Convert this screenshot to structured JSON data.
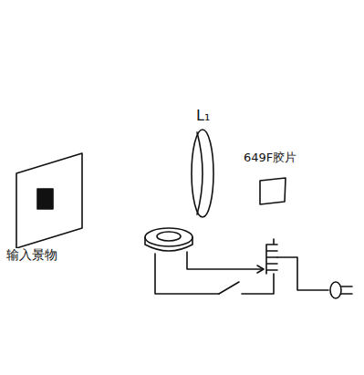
{
  "diagram": {
    "labels": [
      "输入景物",
      "L₁",
      "649F胶片"
    ]
  }
}
